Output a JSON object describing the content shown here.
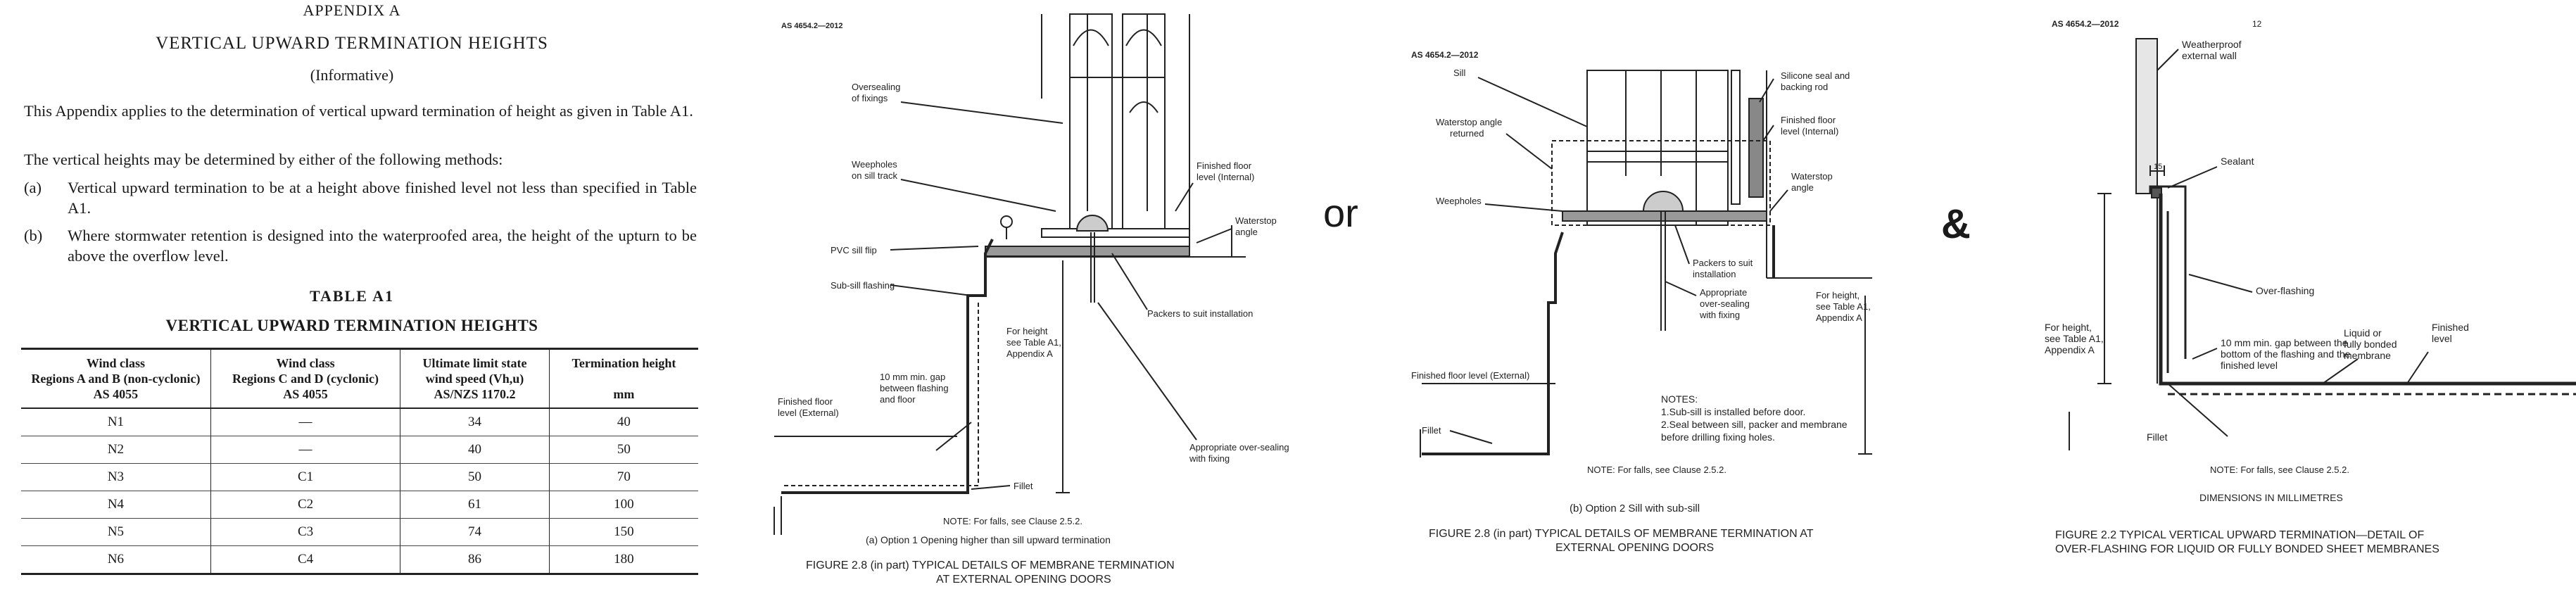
{
  "appendix": {
    "heading": "APPENDIX A",
    "title": "VERTICAL UPWARD TERMINATION HEIGHTS",
    "subtitle": "(Informative)",
    "para1": "This Appendix applies to the determination of vertical upward termination of height as given in Table A1.",
    "para2": "The vertical heights may be determined by either of the following methods:",
    "items": [
      {
        "label": "(a)",
        "text": "Vertical upward termination to be at a height above finished level not less than specified in Table A1."
      },
      {
        "label": "(b)",
        "text": "Where stormwater retention is designed into the waterproofed area, the height of the upturn to be above the overflow level."
      }
    ],
    "table_label": "TABLE A1",
    "table_title": "VERTICAL UPWARD TERMINATION HEIGHTS",
    "table": {
      "headers": [
        [
          "Wind class",
          "Regions A and B (non-cyclonic)",
          "AS 4055"
        ],
        [
          "Wind class",
          "Regions C and D (cyclonic)",
          "AS 4055"
        ],
        [
          "Ultimate limit state",
          "wind speed (Vh,u)",
          "AS/NZS 1170.2"
        ],
        [
          "Termination height",
          "",
          "mm"
        ]
      ],
      "rows": [
        [
          "N1",
          "—",
          "34",
          "40"
        ],
        [
          "N2",
          "—",
          "40",
          "50"
        ],
        [
          "N3",
          "C1",
          "50",
          "70"
        ],
        [
          "N4",
          "C2",
          "61",
          "100"
        ],
        [
          "N5",
          "C3",
          "74",
          "150"
        ],
        [
          "N6",
          "C4",
          "86",
          "180"
        ]
      ]
    }
  },
  "fig1": {
    "standard": "AS 4654.2—2012",
    "labels": {
      "overseal": [
        "Oversealing",
        "of fixings"
      ],
      "weepholes": [
        "Weepholes",
        "on sill track"
      ],
      "pvc": "PVC sill flip",
      "subsill": "Sub-sill flashing",
      "finished_int": [
        "Finished floor",
        "level (Internal)"
      ],
      "waterstop": [
        "Waterstop",
        "angle"
      ],
      "packers": "Packers to suit installation",
      "height": [
        "For height",
        "see Table A1,",
        "Appendix A"
      ],
      "gap": [
        "10 mm min. gap",
        "between flashing",
        "and floor"
      ],
      "finished_ext": [
        "Finished floor",
        "level (External)"
      ],
      "fillet": "Fillet",
      "overseal_fix": [
        "Appropriate over-sealing",
        "with fixing"
      ],
      "note": "NOTE: For falls, see Clause 2.5.2.",
      "option": "(a) Option 1  Opening higher than sill upward termination",
      "caption": [
        "FIGURE 2.8 (in part)  TYPICAL DETAILS OF MEMBRANE TERMINATION",
        "AT EXTERNAL OPENING DOORS"
      ]
    }
  },
  "connector1": "or",
  "fig2": {
    "standard": "AS 4654.2—2012",
    "labels": {
      "sill": "Sill",
      "silicone": [
        "Silicone seal and",
        "backing rod"
      ],
      "waterstop_ret": [
        "Waterstop angle",
        "returned"
      ],
      "finished_int": [
        "Finished floor",
        "level (Internal)"
      ],
      "waterstop": [
        "Waterstop",
        "angle"
      ],
      "weepholes": "Weepholes",
      "packers": [
        "Packers to suit",
        "installation"
      ],
      "overseal": [
        "Appropriate",
        "over-sealing",
        "with fixing"
      ],
      "height": [
        "For height,",
        "see Table A1,",
        "Appendix A"
      ],
      "finished_ext": "Finished floor level (External)",
      "notes": [
        "NOTES:",
        "1.Sub-sill is installed before door.",
        "2.Seal between sill, packer and membrane",
        "  before drilling fixing holes."
      ],
      "fillet": "Fillet",
      "note": "NOTE: For falls, see Clause 2.5.2.",
      "option": "(b) Option 2  Sill with sub-sill",
      "caption": [
        "FIGURE 2.8 (in part)  TYPICAL DETAILS OF MEMBRANE TERMINATION AT",
        "EXTERNAL OPENING DOORS"
      ]
    }
  },
  "connector2": "&",
  "fig3": {
    "standard": "AS 4654.2—2012",
    "page": "12",
    "labels": {
      "wall": [
        "Weatherproof",
        "external wall"
      ],
      "dim": "15",
      "sealant": "Sealant",
      "overflash": "Over-flashing",
      "height": [
        "For height,",
        "see Table A1,",
        "Appendix A"
      ],
      "gap": [
        "10 mm min. gap between the",
        "bottom of the flashing and the",
        "finished level"
      ],
      "liquid": [
        "Liquid or",
        "fully bonded",
        "membrane"
      ],
      "finished": [
        "Finished",
        "level"
      ],
      "fillet": "Fillet",
      "note": "NOTE: For falls, see Clause 2.5.2.",
      "dims": "DIMENSIONS IN MILLIMETRES",
      "caption": [
        "FIGURE 2.2  TYPICAL VERTICAL UPWARD TERMINATION—DETAIL OF",
        "OVER-FLASHING FOR LIQUID OR FULLY BONDED SHEET MEMBRANES"
      ]
    }
  }
}
